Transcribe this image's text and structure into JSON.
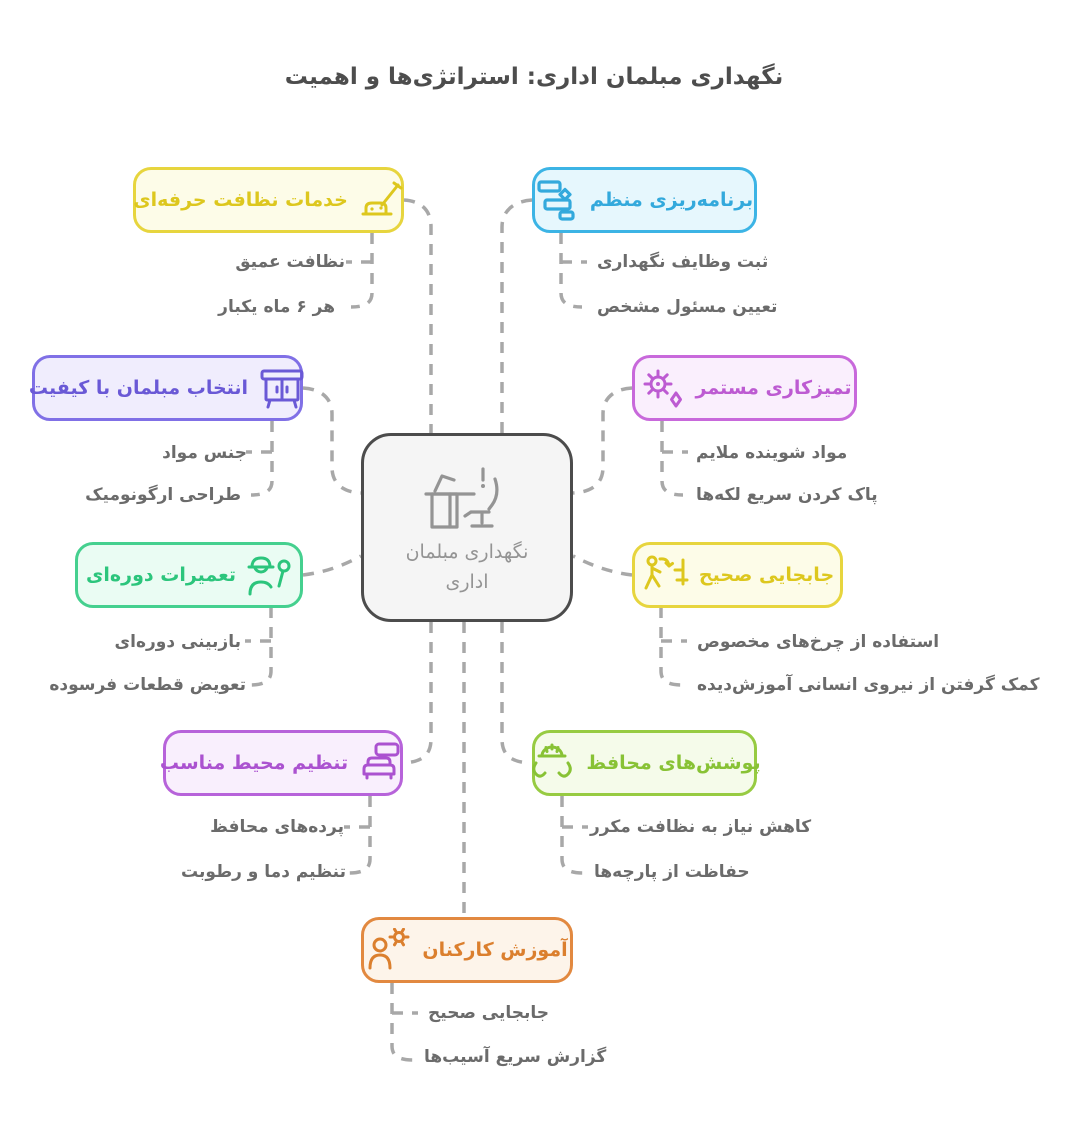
{
  "title": "نگهداری مبلمان اداری: استراتژی‌ها و اهمیت",
  "center": {
    "line1": "نگهداری مبلمان",
    "line2": "اداری",
    "icon": "desk-chair-alert-icon",
    "colors": {
      "border": "#4c4c4c",
      "bg": "#f5f5f5",
      "text": "#949494"
    }
  },
  "connector_color": "#a8a8a8",
  "branches": [
    {
      "label": "خدمات نظافت حرفه‌ای",
      "icon": "vacuum-cleaner-icon",
      "colors": {
        "border": "#e7d53e",
        "bg": "#fdfce8",
        "text": "#ddc71e"
      },
      "children": [
        "نظافت عمیق",
        "هر ۶ ماه یکبار"
      ]
    },
    {
      "label": "برنامه‌ریزی منظم",
      "icon": "gantt-chart-icon",
      "colors": {
        "border": "#3cb4e5",
        "bg": "#e6f7fd",
        "text": "#33a9dc"
      },
      "children": [
        "ثبت وظایف نگهداری",
        "تعیین مسئول مشخص"
      ]
    },
    {
      "label": "انتخاب مبلمان با کیفیت",
      "icon": "cabinet-icon",
      "colors": {
        "border": "#8070e6",
        "bg": "#f0edfd",
        "text": "#6a59d6"
      },
      "children": [
        "جنس مواد",
        "طراحی ارگونومیک"
      ]
    },
    {
      "label": "تمیزکاری مستمر",
      "icon": "gear-sparkle-icon",
      "colors": {
        "border": "#c869db",
        "bg": "#faeffd",
        "text": "#bd5bd2"
      },
      "children": [
        "مواد شوینده ملایم",
        "پاک کردن سریع لکه‌ها"
      ]
    },
    {
      "label": "تعمیرات دوره‌ای",
      "icon": "technician-wrench-icon",
      "colors": {
        "border": "#45d08f",
        "bg": "#eafcf3",
        "text": "#2cc57c"
      },
      "children": [
        "بازبینی دوره‌ای",
        "تعویض قطعات فرسوده"
      ]
    },
    {
      "label": "جابجایی صحیح",
      "icon": "person-moving-icon",
      "colors": {
        "border": "#e7d53e",
        "bg": "#fdfce8",
        "text": "#ddc71e"
      },
      "children": [
        "استفاده از چرخ‌های مخصوص",
        "کمک گرفتن از نیروی انسانی آموزش‌دیده"
      ]
    },
    {
      "label": "تنظیم محیط مناسب",
      "icon": "sofa-icon",
      "colors": {
        "border": "#b763da",
        "bg": "#f9effd",
        "text": "#ab52d0"
      },
      "children": [
        "پرده‌های محافظ",
        "تنظیم دما و رطوبت"
      ]
    },
    {
      "label": "پوشش‌های محافظ",
      "icon": "hands-hardhat-icon",
      "colors": {
        "border": "#97cb42",
        "bg": "#f5fbea",
        "text": "#88c235"
      },
      "children": [
        "کاهش نیاز به نظافت مکرر",
        "حفاظت از پارچه‌ها"
      ]
    },
    {
      "label": "آموزش کارکنان",
      "icon": "person-gear-icon",
      "colors": {
        "border": "#e28940",
        "bg": "#fdf4ea",
        "text": "#db7f2e"
      },
      "children": [
        "جابجایی صحیح",
        "گزارش سریع آسیب‌ها"
      ]
    }
  ]
}
